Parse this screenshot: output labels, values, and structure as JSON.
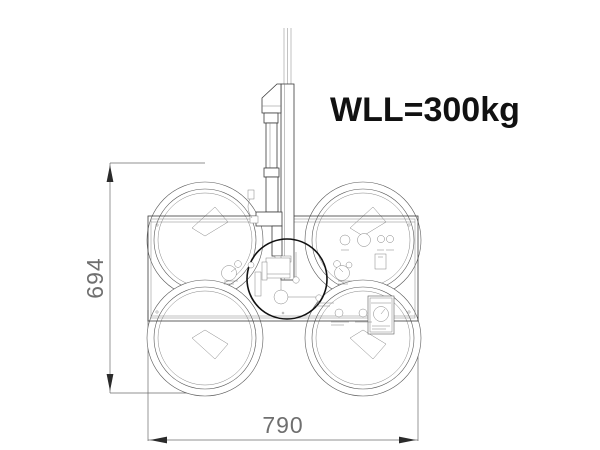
{
  "drawing": {
    "type": "engineering-drawing",
    "subject": "four-cup vacuum glass lifter",
    "view": "front elevation",
    "background_color": "#ffffff",
    "line_color": "#3b3b3b"
  },
  "annotations": {
    "wll_label": "WLL=300kg",
    "wll_color": "#111111"
  },
  "dimensions": {
    "height": {
      "value": "694",
      "orientation": "vertical",
      "unit_implied": "mm",
      "position": "left"
    },
    "width": {
      "value": "790",
      "orientation": "horizontal",
      "unit_implied": "mm",
      "position": "bottom"
    }
  },
  "components": {
    "suction_cups": [
      {
        "id": "cup-top-left",
        "position": "top-left"
      },
      {
        "id": "cup-top-right",
        "position": "top-right"
      },
      {
        "id": "cup-bottom-left",
        "position": "bottom-left"
      },
      {
        "id": "cup-bottom-right",
        "position": "bottom-right"
      }
    ],
    "frame": {
      "id": "main-frame",
      "shape": "rectangle"
    },
    "mast": {
      "id": "vertical-mast-assembly"
    },
    "detail_circle": {
      "id": "detail-highlight-circle"
    },
    "control_panel": {
      "id": "control-panel-top-right"
    },
    "gauge_plate": {
      "id": "gauge-label-plate-bottom-right"
    }
  }
}
